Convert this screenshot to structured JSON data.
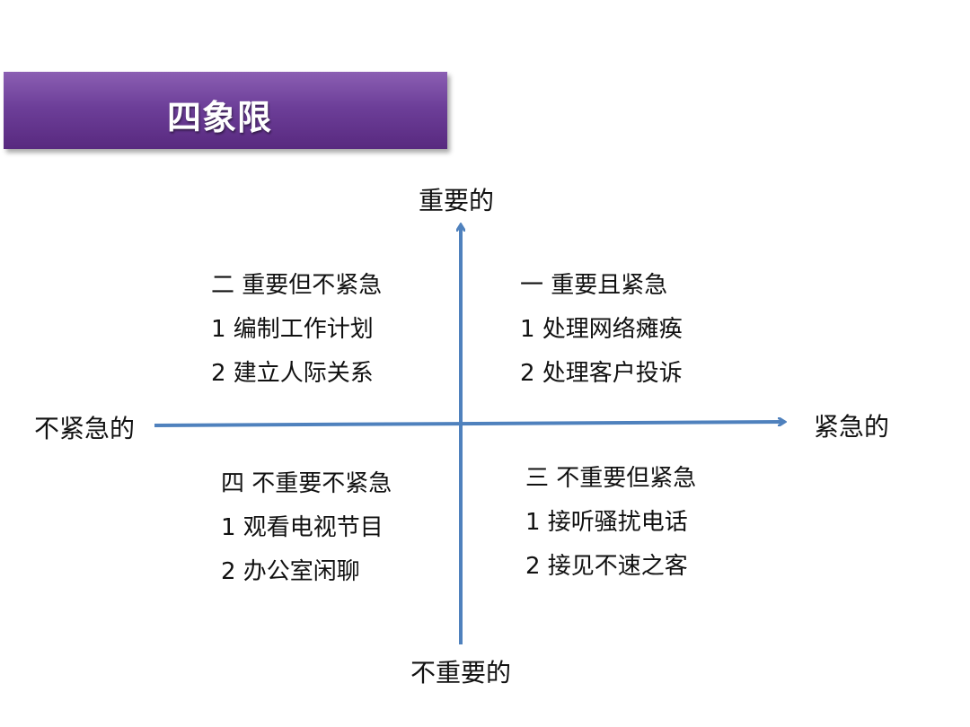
{
  "title": "四象限",
  "colors": {
    "banner": "#6d3f99",
    "axis": "#4f81bd",
    "title_text": "#ffffff"
  },
  "axes": {
    "top": "重要的",
    "bottom": "不重要的",
    "left": "不紧急的",
    "right": "紧急的"
  },
  "quadrants": {
    "top_left": {
      "heading": "二 重要但不紧急",
      "items": [
        "1 编制工作计划",
        "2 建立人际关系"
      ]
    },
    "top_right": {
      "heading": "一 重要且紧急",
      "items": [
        "1 处理网络瘫痪",
        "2 处理客户投诉"
      ]
    },
    "bottom_left": {
      "heading": "四 不重要不紧急",
      "items": [
        "1 观看电视节目",
        "2 办公室闲聊"
      ]
    },
    "bottom_right": {
      "heading": "三 不重要但紧急",
      "items": [
        "1 接听骚扰电话",
        "2 接见不速之客"
      ]
    }
  }
}
